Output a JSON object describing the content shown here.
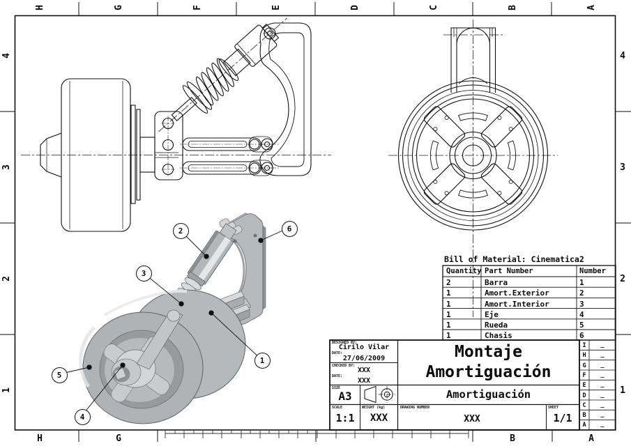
{
  "frame": {
    "top_letters": [
      "H",
      "G",
      "F",
      "E",
      "D",
      "C",
      "B",
      "A"
    ],
    "bottom_letters": [
      "H",
      "G",
      "B",
      "A"
    ],
    "left_numbers": [
      "4",
      "3",
      "2",
      "1"
    ],
    "right_numbers": [
      "4",
      "3",
      "2",
      "1"
    ]
  },
  "bom": {
    "title": "Bill of Material: Cinematica2",
    "headers": [
      "Quantity",
      "Part Number",
      "Number"
    ],
    "rows": [
      [
        "2",
        "Barra",
        "1"
      ],
      [
        "1",
        "Amort.Exterior",
        "2"
      ],
      [
        "1",
        "Amort.Interior",
        "3"
      ],
      [
        "1",
        "Eje",
        "4"
      ],
      [
        "1",
        "Rueda",
        "5"
      ],
      [
        "1",
        "Chasis",
        "6"
      ]
    ]
  },
  "title_block": {
    "designed_by_label": "DESIGNED BY:",
    "designed_by": "Cirilo Vilar",
    "date1_label": "DATE:",
    "date1": "27/06/2009",
    "checked_by_label": "CHECKED BY:",
    "checked_by": "XXX",
    "date2_label": "DATE:",
    "date2": "XXX",
    "size_label": "SIZE",
    "size": "A3",
    "title_line1": "Montaje",
    "title_line2": "Amortiguación",
    "subtitle": "Amortiguación",
    "scale_label": "SCALE",
    "scale": "1:1",
    "weight_label": "WEIGHT (kg)",
    "weight": "XXX",
    "drawing_number_label": "DRAWING NUMBER",
    "drawing_number": "XXX",
    "sheet_label": "SHEET",
    "sheet": "1/1"
  },
  "revisions": {
    "letters": [
      "I",
      "H",
      "G",
      "F",
      "E",
      "D",
      "C",
      "B",
      "A"
    ],
    "value": "_"
  },
  "balloons": {
    "b1": "1",
    "b2": "2",
    "b3": "3",
    "b4": "4",
    "b5": "5",
    "b6": "6"
  },
  "colors": {
    "line": "#111111",
    "metal_light": "#e4e6e7",
    "metal_mid": "#b7babc",
    "metal_dark": "#8e9193"
  }
}
